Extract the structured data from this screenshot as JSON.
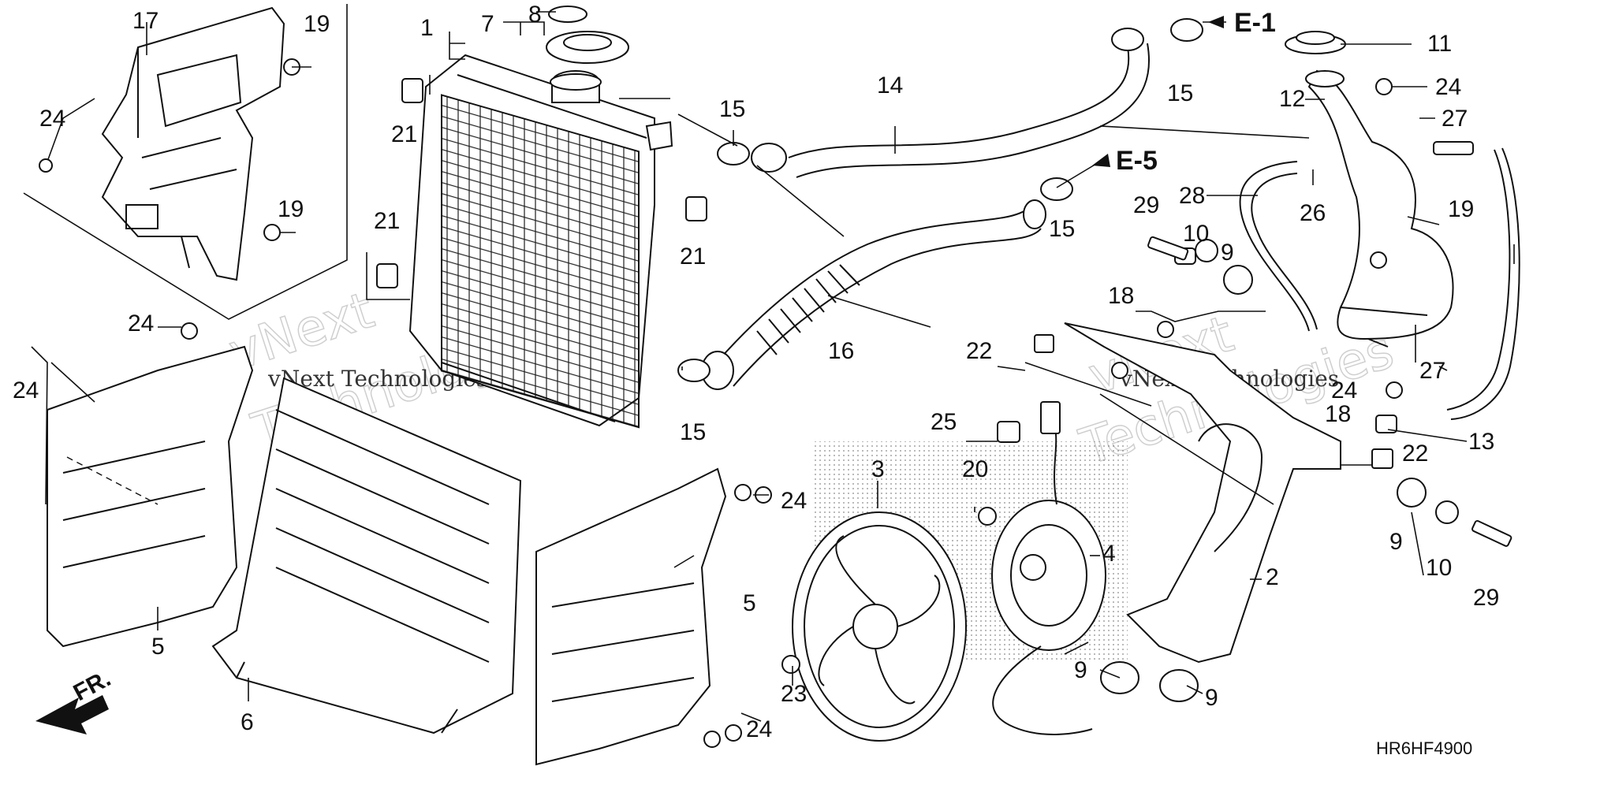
{
  "callouts": {
    "c1": "1",
    "c7": "7",
    "c8": "8",
    "c17": "17",
    "c19a": "19",
    "c24a": "24",
    "c19b": "19",
    "c21a": "21",
    "c21b": "21",
    "c21c": "21",
    "c14": "14",
    "c15a": "15",
    "c15b": "15",
    "c15c": "15",
    "c15d": "15",
    "c16": "16",
    "c11": "11",
    "c12": "12",
    "c24b": "24",
    "c27a": "27",
    "c28": "28",
    "c26": "26",
    "c29a": "29",
    "c10a": "10",
    "c9a": "9",
    "c19c": "19",
    "c18a": "18",
    "c22a": "22",
    "c24c": "24",
    "c24d": "24",
    "c24e": "24",
    "c27b": "27",
    "c18b": "18",
    "c13": "13",
    "c22b": "22",
    "c25": "25",
    "c3": "3",
    "c20": "20",
    "c4": "4",
    "c2": "2",
    "c9b": "9",
    "c10b": "10",
    "c29b": "29",
    "c5a": "5",
    "c5b": "5",
    "c6": "6",
    "c24f": "24",
    "c24g": "24",
    "c23": "23",
    "c9c": "9",
    "c9d": "9"
  },
  "references": {
    "e1": "E-1",
    "e5": "E-5"
  },
  "direction_label": "FR.",
  "diagram_code": "HR6HF4900",
  "watermark": {
    "brand_large_1": "vNext",
    "brand_large_2": "Technologies",
    "brand_small": "vNext Technologies"
  }
}
